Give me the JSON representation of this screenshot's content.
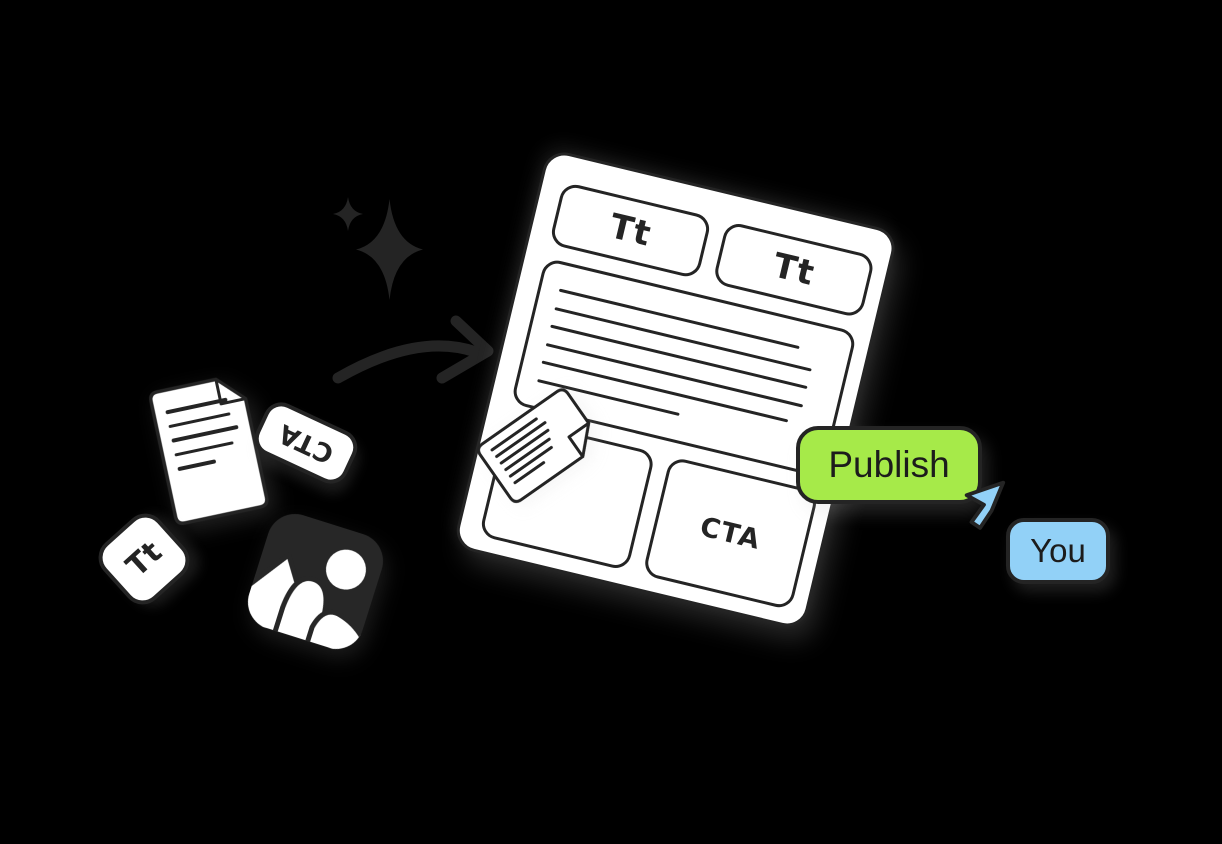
{
  "colors": {
    "background": "#000000",
    "ink": "#242424",
    "accent-green": "#a6ea49",
    "accent-blue": "#92d1f7",
    "tile-black": "#272727"
  },
  "card": {
    "header_left": "Tt",
    "header_right": "Tt",
    "cta_label": "CTA",
    "body_line_widths": [
      "88%",
      "94%",
      "94%",
      "94%",
      "90%",
      "52%"
    ]
  },
  "scattered": {
    "cta_tag_label": "CTA",
    "text_tag_label": "Tt",
    "document_line_widths": [
      "92%",
      "92%",
      "100%",
      "88%",
      "58%"
    ],
    "paper_line_widths": [
      "92%",
      "100%",
      "97%",
      "90%",
      "85%",
      "62%"
    ]
  },
  "publish_button": {
    "label": "Publish"
  },
  "you_tag": {
    "label": "You"
  }
}
